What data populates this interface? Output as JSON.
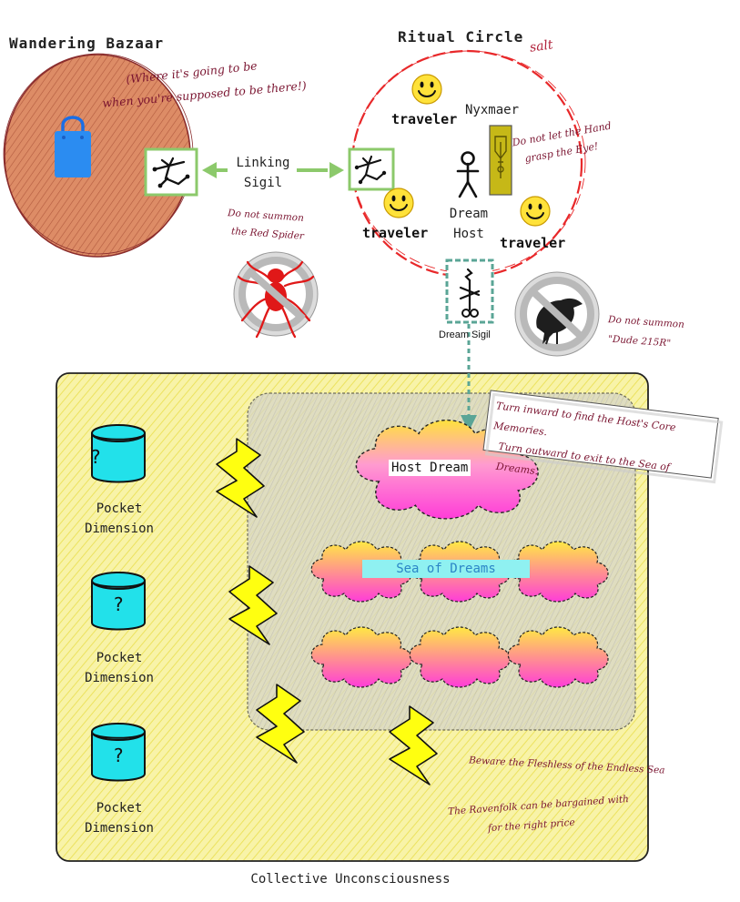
{
  "bazaar": {
    "title": "Wandering Bazaar",
    "note_line1": "(Where it's going to be",
    "note_line2": "when you're supposed to be there!)"
  },
  "ritual": {
    "title": "Ritual Circle",
    "salt_label": "salt",
    "nyx_label": "Nyxmaer",
    "hand_warning_line1": "Do not let the Hand",
    "hand_warning_line2": "grasp the Eye!",
    "traveler_label": "traveler",
    "host_line1": "Dream",
    "host_line2": "Host"
  },
  "linking": {
    "line1": "Linking",
    "line2": "Sigil"
  },
  "dream_sigil_label": "Dream Sigil",
  "spider_warning": {
    "line1": "Do not summon",
    "line2": "the Red Spider"
  },
  "raven_warning": {
    "line1": "Do not summon",
    "line2": "\"Dude 215R\""
  },
  "collective": {
    "label": "Collective Unconsciousness",
    "pocket_line1": "Pocket",
    "pocket_line2": "Dimension",
    "pocket_mark": "?",
    "host_dream_label": "Host Dream",
    "sea_label": "Sea of Dreams",
    "callout_line1": "Turn inward to find the Host's Core Memories.",
    "callout_line2": "Turn outward to exit to the Sea of Dreams.",
    "fleshless_note": "Beware the Fleshless of the Endless Sea",
    "ravenfolk_line1": "The Ravenfolk can be bargained with",
    "ravenfolk_line2": "for the right price"
  },
  "colors": {
    "bazaar_fill": "#d98a66",
    "bazaar_stroke": "#8a2c2c",
    "ritual_stroke": "#e8282a",
    "sigil_border": "#8cc96b",
    "link_arrow": "#8cc96b",
    "dream_sigil_border": "#5aa596",
    "panel_fill": "#f7f2a3",
    "panel_stroke": "#222222",
    "pocket_fill": "#22e1ea",
    "bolt_fill": "#ffff10",
    "cloud_top": "#ffe844",
    "cloud_bottom": "#ff3dd8",
    "sea_label_bg": "#8ff1f1",
    "sea_label_text": "#2b86c7",
    "smiley": "#ffe23a",
    "spider": "#e01818",
    "handwriting": "#7a1430"
  },
  "icons": {
    "bag": "shopping-bag-icon",
    "smiley": "smiley-icon",
    "stick_figure": "stick-figure-icon",
    "hand_card": "hand-card-icon",
    "spider": "no-spider-icon",
    "raven": "no-raven-icon",
    "lightning": "lightning-bolt-icon",
    "pocket": "pocket-cylinder-icon"
  }
}
